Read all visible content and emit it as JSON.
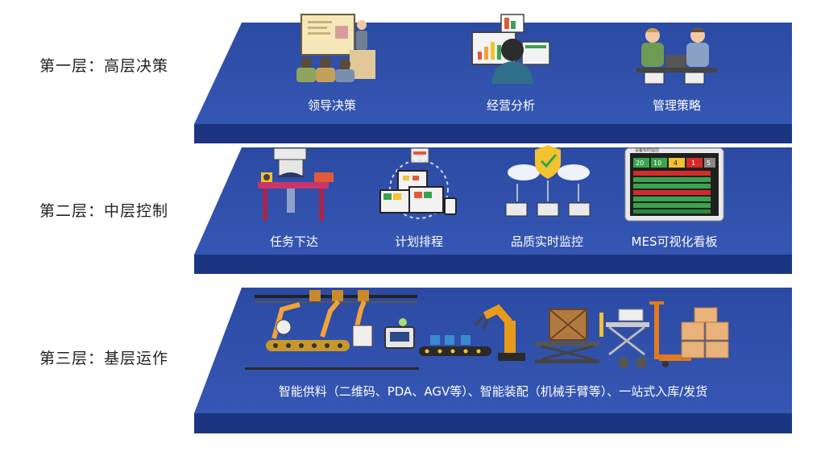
{
  "layers": [
    {
      "label": "第一层：高层决策",
      "items": [
        "领导决策",
        "经营分析",
        "管理策略"
      ]
    },
    {
      "label": "第二层：中层控制",
      "items": [
        "任务下达",
        "计划排程",
        "品质实时监控",
        "MES可视化看板"
      ]
    },
    {
      "label": "第三层：基层运作",
      "items": [
        "智能供料（二维码、PDA、AGV等）、智能装配（机械手臂等）、一站式入库/发货"
      ]
    }
  ],
  "dashboard": {
    "title": "设备实时监控",
    "numbers": [
      "20",
      "10",
      "4",
      "1",
      "5"
    ]
  },
  "colors": {
    "platform_top": "#2f4ea6",
    "platform_front": "#1d3680",
    "accent_green": "#27a84a",
    "accent_red": "#d62a2a",
    "accent_yellow": "#f2c230"
  }
}
